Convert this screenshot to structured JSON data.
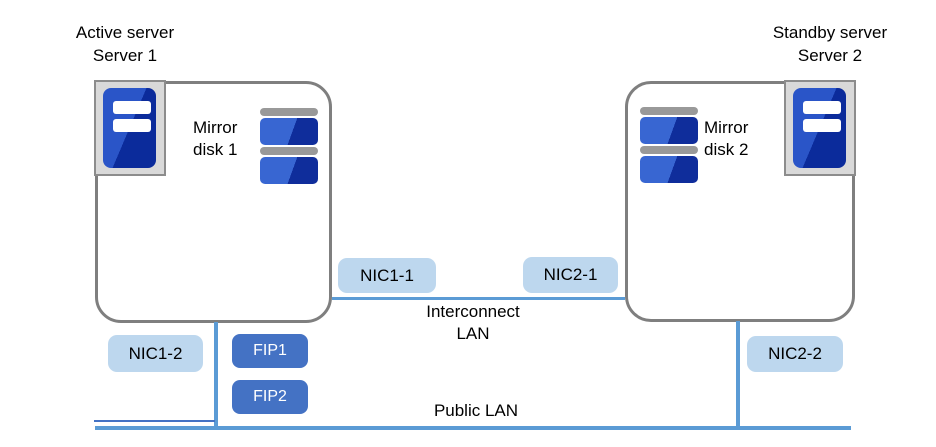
{
  "diagram": {
    "servers": [
      {
        "id": "server1",
        "role_label": "Active server",
        "name_label": "Server 1",
        "mirror_disk_label_line1": "Mirror",
        "mirror_disk_label_line2": "disk 1"
      },
      {
        "id": "server2",
        "role_label": "Standby server",
        "name_label": "Server 2",
        "mirror_disk_label_line1": "Mirror",
        "mirror_disk_label_line2": "disk 2"
      }
    ],
    "nics": [
      {
        "id": "nic1-1",
        "label": "NIC1-1"
      },
      {
        "id": "nic2-1",
        "label": "NIC2-1"
      },
      {
        "id": "nic1-2",
        "label": "NIC1-2"
      },
      {
        "id": "nic2-2",
        "label": "NIC2-2"
      }
    ],
    "fips": [
      {
        "label": "FIP1"
      },
      {
        "label": "FIP2"
      }
    ],
    "networks": {
      "interconnect": {
        "label_line1": "Interconnect",
        "label_line2": "LAN"
      },
      "public": {
        "label": "Public LAN"
      }
    },
    "colors": {
      "line_blue": "#5B9BD5",
      "chip_light_blue": "#BDD7EE",
      "fip_blue": "#4472C4",
      "box_border_gray": "#7F7F7F",
      "icon_frame_gray": "#D9D9D9",
      "tower_blue_light": "#2A55C8",
      "tower_blue_dark": "#0B2B9B",
      "disk_blue_light": "#3866D2",
      "disk_blue_dark": "#0F2D9B",
      "disk_cap_gray": "#999999"
    }
  }
}
